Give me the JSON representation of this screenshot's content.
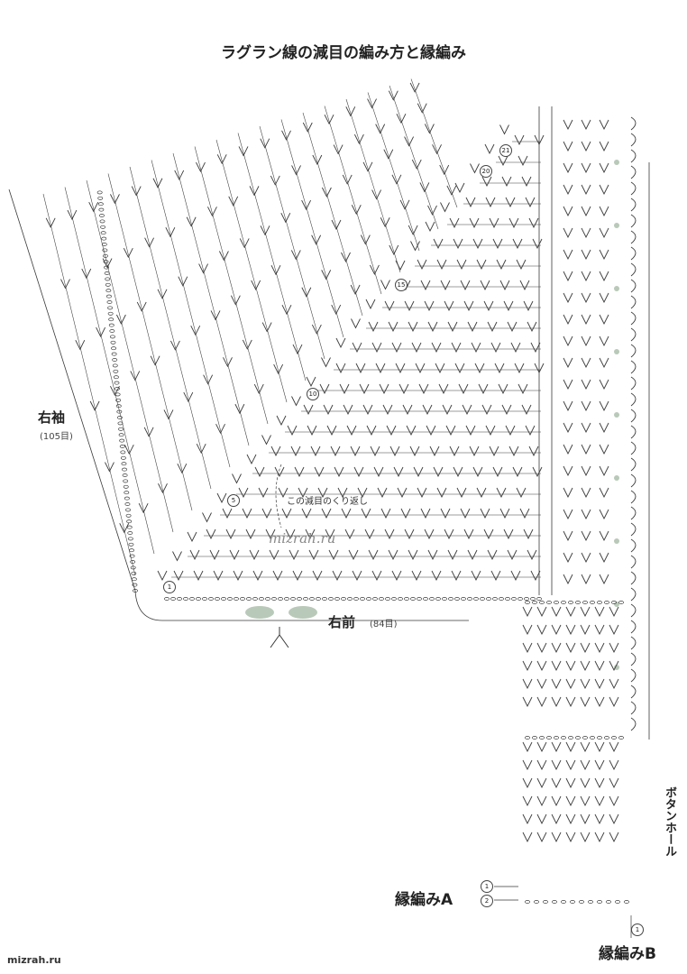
{
  "title": "ラグラン線の減目の編み方と縁編み",
  "labels": {
    "sleeve": "右袖",
    "sleeve_count": "(105目)",
    "front": "右前",
    "front_count": "(84目)",
    "repeat_note": "この減目のくり返し",
    "buttonhole": "ボタンホール",
    "edging_a": "縁編みA",
    "edging_b": "縁編みB",
    "watermark": "mizrah.ru",
    "site": "mizrah.ru"
  },
  "row_markers": [
    "1",
    "5",
    "10",
    "15",
    "20",
    "21"
  ],
  "edging_markers": [
    "1",
    "2",
    "1"
  ],
  "colors": {
    "ink": "#3a3a3a",
    "background": "#ffffff",
    "stitch_blob": "#b9c9b9"
  }
}
